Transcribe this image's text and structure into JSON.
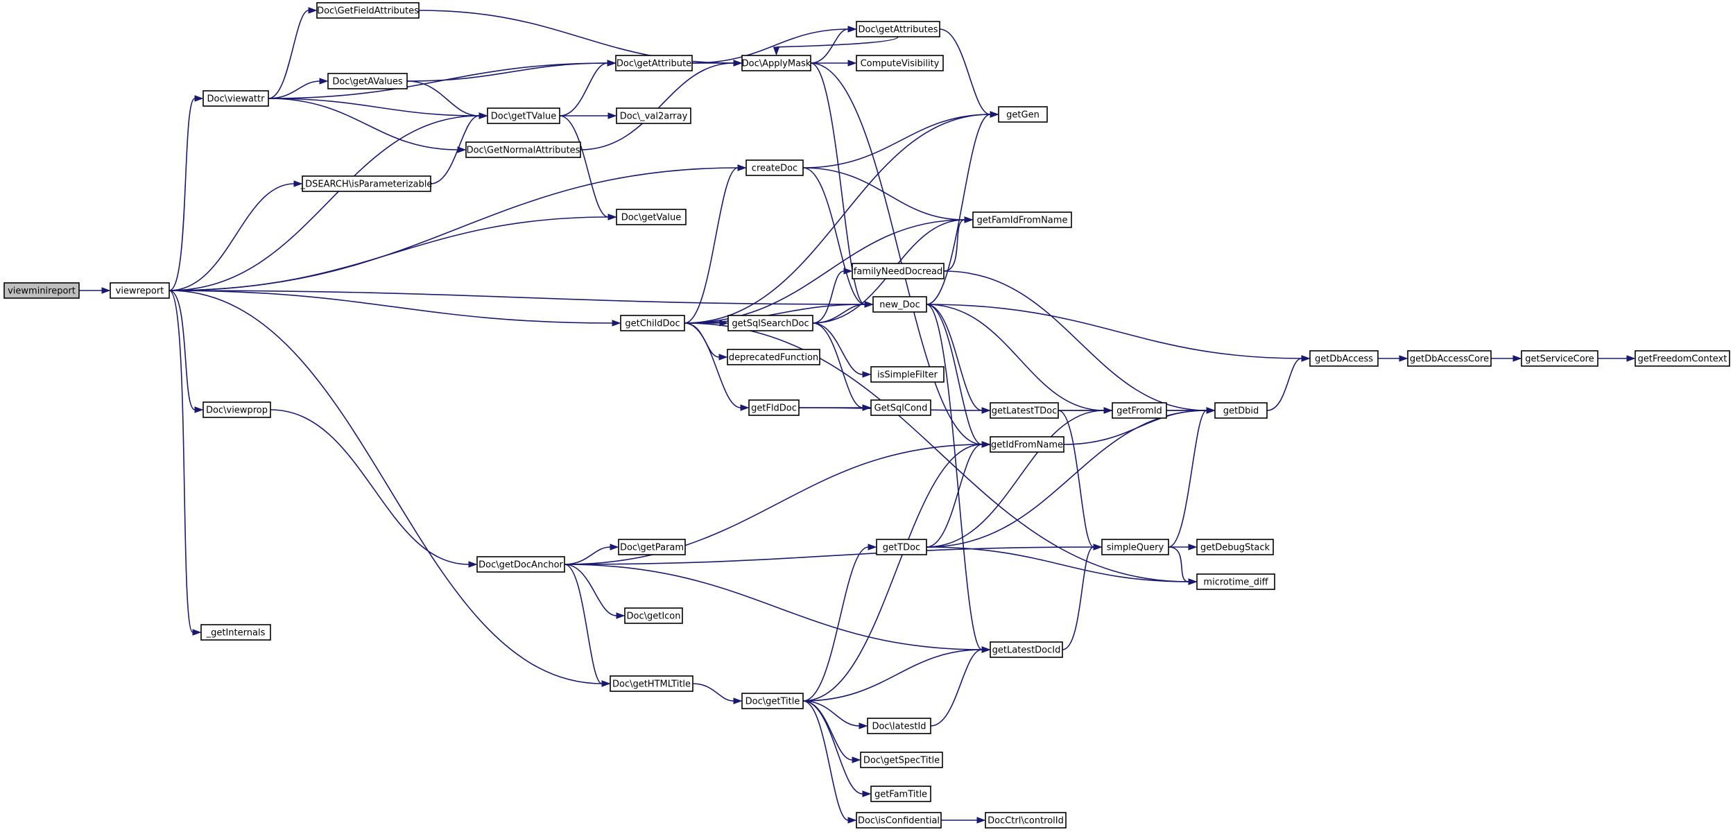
{
  "nodes": [
    {
      "id": "viewminireport",
      "label": "viewminireport",
      "root": true
    },
    {
      "id": "viewreport",
      "label": "viewreport"
    },
    {
      "id": "GetFieldAttributes",
      "label": "Doc\\GetFieldAttributes"
    },
    {
      "id": "viewattr",
      "label": "Doc\\viewattr"
    },
    {
      "id": "getAValues",
      "label": "Doc\\getAValues"
    },
    {
      "id": "getAttribute",
      "label": "Doc\\getAttribute"
    },
    {
      "id": "ApplyMask",
      "label": "Doc\\ApplyMask"
    },
    {
      "id": "getAttributes",
      "label": "Doc\\getAttributes"
    },
    {
      "id": "ComputeVisibility",
      "label": "ComputeVisibility"
    },
    {
      "id": "getTValue",
      "label": "Doc\\getTValue"
    },
    {
      "id": "val2array",
      "label": "Doc\\_val2array"
    },
    {
      "id": "getGen",
      "label": "getGen"
    },
    {
      "id": "GetNormalAttributes",
      "label": "Doc\\GetNormalAttributes"
    },
    {
      "id": "DSEARCH",
      "label": "_DSEARCH\\isParameterizable"
    },
    {
      "id": "createDoc",
      "label": "createDoc"
    },
    {
      "id": "getValue",
      "label": "Doc\\getValue"
    },
    {
      "id": "getFamIdFromName",
      "label": "getFamIdFromName"
    },
    {
      "id": "familyNeedDocread",
      "label": "familyNeedDocread"
    },
    {
      "id": "new_Doc",
      "label": "new_Doc"
    },
    {
      "id": "getChildDoc",
      "label": "getChildDoc"
    },
    {
      "id": "getSqlSearchDoc",
      "label": "getSqlSearchDoc"
    },
    {
      "id": "deprecatedFunction",
      "label": "deprecatedFunction"
    },
    {
      "id": "isSimpleFilter",
      "label": "isSimpleFilter"
    },
    {
      "id": "getDbAccess",
      "label": "getDbAccess"
    },
    {
      "id": "getDbAccessCore",
      "label": "getDbAccessCore"
    },
    {
      "id": "getServiceCore",
      "label": "getServiceCore"
    },
    {
      "id": "getFreedomContext",
      "label": "getFreedomContext"
    },
    {
      "id": "viewprop",
      "label": "Doc\\viewprop"
    },
    {
      "id": "getFldDoc",
      "label": "getFldDoc"
    },
    {
      "id": "GetSqlCond",
      "label": "GetSqlCond"
    },
    {
      "id": "getLatestTDoc",
      "label": "getLatestTDoc"
    },
    {
      "id": "getFromId",
      "label": "getFromId"
    },
    {
      "id": "getDbid",
      "label": "getDbid"
    },
    {
      "id": "getIdFromName",
      "label": "getIdFromName"
    },
    {
      "id": "getTDoc",
      "label": "getTDoc"
    },
    {
      "id": "simpleQuery",
      "label": "simpleQuery"
    },
    {
      "id": "getDebugStack",
      "label": "getDebugStack"
    },
    {
      "id": "getDocAnchor",
      "label": "Doc\\getDocAnchor"
    },
    {
      "id": "getParam",
      "label": "Doc\\getParam"
    },
    {
      "id": "microtime_diff",
      "label": "microtime_diff"
    },
    {
      "id": "getIcon",
      "label": "Doc\\getIcon"
    },
    {
      "id": "getInternals",
      "label": "_getInternals"
    },
    {
      "id": "getLatestDocId",
      "label": "getLatestDocId"
    },
    {
      "id": "getHTMLTitle",
      "label": "Doc\\getHTMLTitle"
    },
    {
      "id": "getTitle",
      "label": "Doc\\getTitle"
    },
    {
      "id": "latestId",
      "label": "Doc\\latestId"
    },
    {
      "id": "getSpecTitle",
      "label": "Doc\\getSpecTitle"
    },
    {
      "id": "getFamTitle",
      "label": "getFamTitle"
    },
    {
      "id": "isConfidential",
      "label": "Doc\\isConfidential"
    },
    {
      "id": "controlId",
      "label": "DocCtrl\\controlId"
    }
  ],
  "edges": [
    [
      "viewminireport",
      "viewreport"
    ],
    [
      "viewreport",
      "viewattr"
    ],
    [
      "viewreport",
      "DSEARCH"
    ],
    [
      "viewreport",
      "getTValue"
    ],
    [
      "viewreport",
      "getValue"
    ],
    [
      "viewreport",
      "createDoc"
    ],
    [
      "viewreport",
      "new_Doc"
    ],
    [
      "viewreport",
      "getChildDoc"
    ],
    [
      "viewreport",
      "viewprop"
    ],
    [
      "viewreport",
      "getHTMLTitle"
    ],
    [
      "viewreport",
      "getInternals"
    ],
    [
      "viewattr",
      "GetFieldAttributes"
    ],
    [
      "viewattr",
      "getAttribute"
    ],
    [
      "viewattr",
      "getAValues"
    ],
    [
      "viewattr",
      "getTValue"
    ],
    [
      "viewattr",
      "GetNormalAttributes"
    ],
    [
      "GetFieldAttributes",
      "ApplyMask"
    ],
    [
      "getAValues",
      "getAttribute"
    ],
    [
      "getAValues",
      "getTValue"
    ],
    [
      "getTValue",
      "getAttribute"
    ],
    [
      "getTValue",
      "val2array"
    ],
    [
      "getTValue",
      "getValue"
    ],
    [
      "DSEARCH",
      "getTValue"
    ],
    [
      "getAttribute",
      "getAttributes"
    ],
    [
      "getAttribute",
      "ApplyMask"
    ],
    [
      "GetNormalAttributes",
      "ApplyMask"
    ],
    [
      "ApplyMask",
      "getAttributes"
    ],
    [
      "getAttributes",
      "ApplyMask"
    ],
    [
      "ApplyMask",
      "ComputeVisibility"
    ],
    [
      "ApplyMask",
      "new_Doc"
    ],
    [
      "ApplyMask",
      "getIdFromName"
    ],
    [
      "getAttributes",
      "getGen"
    ],
    [
      "createDoc",
      "getGen"
    ],
    [
      "createDoc",
      "getFamIdFromName"
    ],
    [
      "createDoc",
      "new_Doc"
    ],
    [
      "getChildDoc",
      "getGen"
    ],
    [
      "getChildDoc",
      "createDoc"
    ],
    [
      "getChildDoc",
      "getFamIdFromName"
    ],
    [
      "getChildDoc",
      "new_Doc"
    ],
    [
      "getChildDoc",
      "getSqlSearchDoc"
    ],
    [
      "getChildDoc",
      "deprecatedFunction"
    ],
    [
      "getChildDoc",
      "getFldDoc"
    ],
    [
      "getChildDoc",
      "microtime_diff"
    ],
    [
      "getSqlSearchDoc",
      "getFamIdFromName"
    ],
    [
      "getSqlSearchDoc",
      "familyNeedDocread"
    ],
    [
      "getSqlSearchDoc",
      "new_Doc"
    ],
    [
      "getSqlSearchDoc",
      "isSimpleFilter"
    ],
    [
      "getSqlSearchDoc",
      "GetSqlCond"
    ],
    [
      "familyNeedDocread",
      "getFamIdFromName"
    ],
    [
      "familyNeedDocread",
      "getDbid"
    ],
    [
      "new_Doc",
      "getGen"
    ],
    [
      "new_Doc",
      "getDbAccess"
    ],
    [
      "new_Doc",
      "getLatestTDoc"
    ],
    [
      "new_Doc",
      "getFromId"
    ],
    [
      "new_Doc",
      "getIdFromName"
    ],
    [
      "new_Doc",
      "getLatestDocId"
    ],
    [
      "getFldDoc",
      "GetSqlCond"
    ],
    [
      "getFldDoc",
      "getLatestTDoc"
    ],
    [
      "getLatestTDoc",
      "getFromId"
    ],
    [
      "getLatestTDoc",
      "getDbid"
    ],
    [
      "getLatestTDoc",
      "simpleQuery"
    ],
    [
      "getFromId",
      "getDbid"
    ],
    [
      "getIdFromName",
      "getDbid"
    ],
    [
      "getDbid",
      "getDbAccess"
    ],
    [
      "getDbAccess",
      "getDbAccessCore"
    ],
    [
      "getDbAccessCore",
      "getServiceCore"
    ],
    [
      "getServiceCore",
      "getFreedomContext"
    ],
    [
      "viewprop",
      "getDocAnchor"
    ],
    [
      "getDocAnchor",
      "getIdFromName"
    ],
    [
      "getDocAnchor",
      "getParam"
    ],
    [
      "getDocAnchor",
      "simpleQuery"
    ],
    [
      "getDocAnchor",
      "getIcon"
    ],
    [
      "getDocAnchor",
      "getLatestDocId"
    ],
    [
      "getDocAnchor",
      "getHTMLTitle"
    ],
    [
      "getTDoc",
      "getIdFromName"
    ],
    [
      "getTDoc",
      "getFromId"
    ],
    [
      "getTDoc",
      "getDbid"
    ],
    [
      "getTDoc",
      "microtime_diff"
    ],
    [
      "simpleQuery",
      "getDbid"
    ],
    [
      "simpleQuery",
      "getDebugStack"
    ],
    [
      "simpleQuery",
      "microtime_diff"
    ],
    [
      "getLatestDocId",
      "simpleQuery"
    ],
    [
      "getHTMLTitle",
      "getTitle"
    ],
    [
      "getTitle",
      "getIdFromName"
    ],
    [
      "getTitle",
      "getTDoc"
    ],
    [
      "getTitle",
      "getLatestDocId"
    ],
    [
      "getTitle",
      "latestId"
    ],
    [
      "getTitle",
      "getSpecTitle"
    ],
    [
      "getTitle",
      "getFamTitle"
    ],
    [
      "getTitle",
      "isConfidential"
    ],
    [
      "latestId",
      "getLatestDocId"
    ],
    [
      "isConfidential",
      "controlId"
    ]
  ]
}
